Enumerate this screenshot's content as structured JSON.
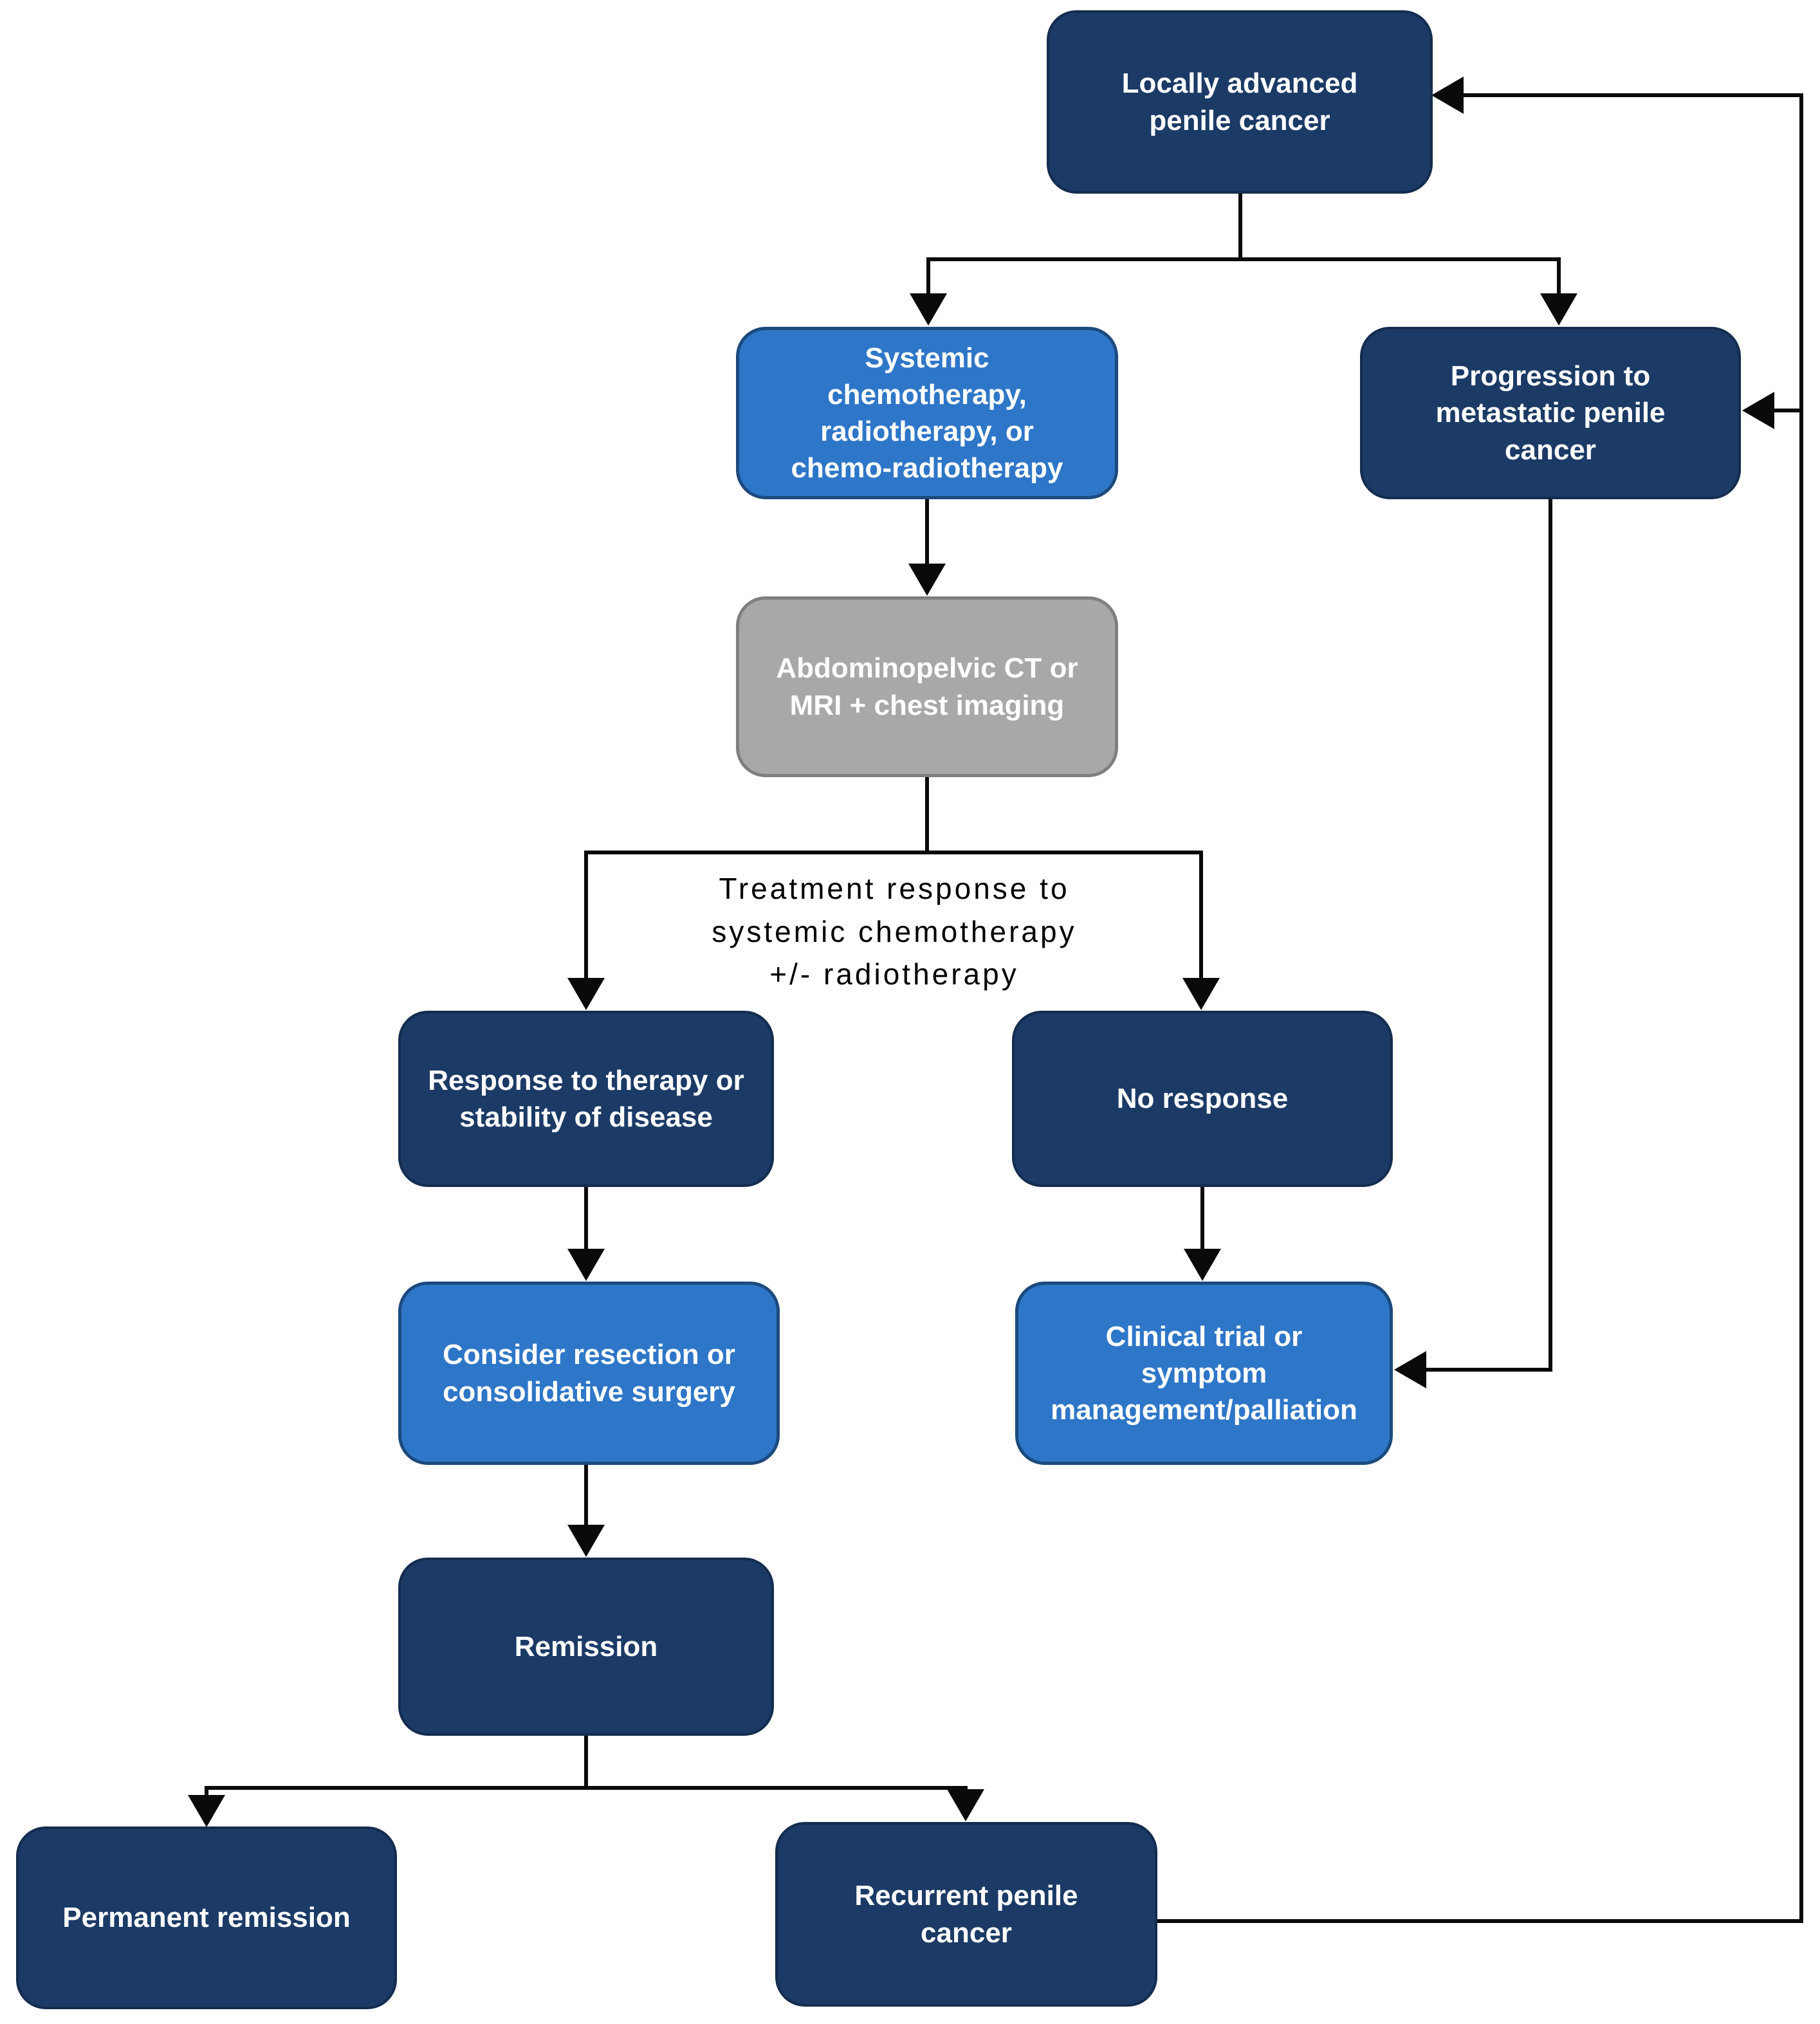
{
  "figure": {
    "type": "flowchart",
    "nodes": [
      {
        "id": "locally-advanced",
        "label": "Locally advanced\npenile cancer",
        "style": "navy"
      },
      {
        "id": "systemic-therapy",
        "label": "Systemic\nchemotherapy,\nradiotherapy, or\nchemo-radiotherapy",
        "style": "blue"
      },
      {
        "id": "progression-metastatic",
        "label": "Progression to\nmetastatic penile\ncancer",
        "style": "navy"
      },
      {
        "id": "imaging",
        "label": "Abdominopelvic CT or\nMRI + chest imaging",
        "style": "gray"
      },
      {
        "id": "response-stability",
        "label": "Response to therapy or\nstability of disease",
        "style": "navy"
      },
      {
        "id": "no-response",
        "label": "No response",
        "style": "navy"
      },
      {
        "id": "consider-resection",
        "label": "Consider resection or\nconsolidative surgery",
        "style": "blue"
      },
      {
        "id": "clinical-trial",
        "label": "Clinical trial or\nsymptom\nmanagement/palliation",
        "style": "blue"
      },
      {
        "id": "remission",
        "label": "Remission",
        "style": "navy"
      },
      {
        "id": "permanent-remission",
        "label": "Permanent remission",
        "style": "navy"
      },
      {
        "id": "recurrent",
        "label": "Recurrent penile\ncancer",
        "style": "navy"
      }
    ],
    "edge_label": "Treatment response to\nsystemic chemotherapy\n+/- radiotherapy",
    "edges": [
      "locally-advanced -> systemic-therapy",
      "locally-advanced -> progression-metastatic",
      "systemic-therapy -> imaging",
      "imaging -> response-stability",
      "imaging -> no-response",
      "response-stability -> consider-resection",
      "no-response -> clinical-trial",
      "consider-resection -> remission",
      "remission -> permanent-remission",
      "remission -> recurrent",
      "recurrent -> locally-advanced (feedback loop)",
      "recurrent -> progression-metastatic (feedback loop)",
      "progression-metastatic -> clinical-trial"
    ],
    "colors": {
      "navy": "#1B3A66",
      "blue": "#2E76C8",
      "gray": "#A8A8A8",
      "line": "#0A0A0A",
      "text_on_node": "#FFFFFF",
      "edge_label_text": "#000000",
      "background": "#FFFFFF"
    }
  }
}
